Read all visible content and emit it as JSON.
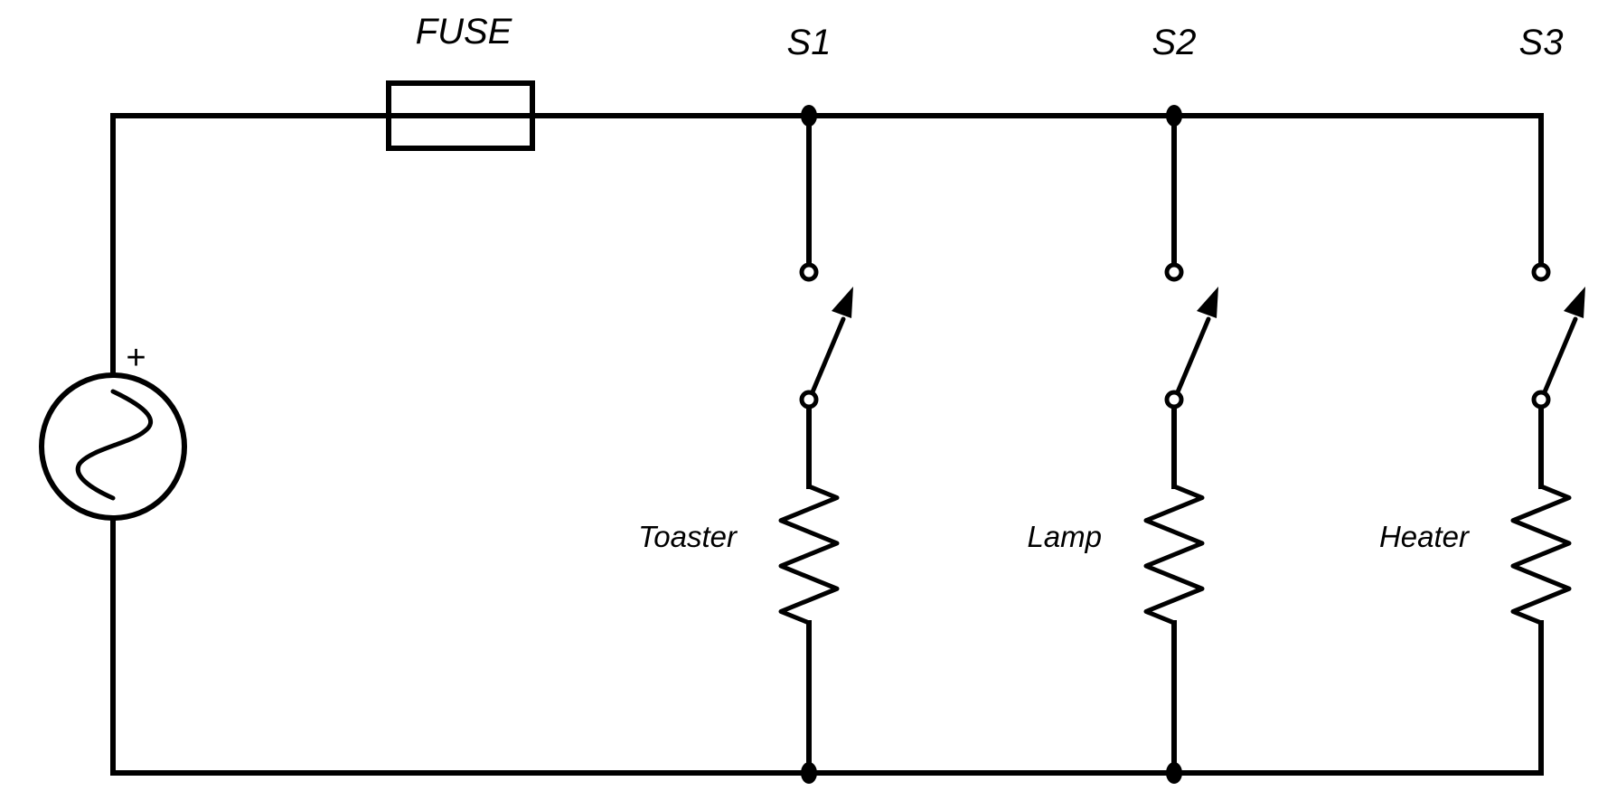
{
  "diagram": {
    "type": "circuit-schematic",
    "description": "AC source with fuse feeding three parallel switched loads",
    "colors": {
      "line": "#000000",
      "background": "#ffffff"
    },
    "source": {
      "kind": "ac-voltage-source",
      "polarity_label": "+"
    },
    "fuse": {
      "label": "FUSE"
    },
    "branches": [
      {
        "switch_label": "S1",
        "switch_state": "open",
        "load_label": "Toaster",
        "load_kind": "resistor"
      },
      {
        "switch_label": "S2",
        "switch_state": "open",
        "load_label": "Lamp",
        "load_kind": "resistor"
      },
      {
        "switch_label": "S3",
        "switch_state": "open",
        "load_label": "Heater",
        "load_kind": "resistor"
      }
    ]
  }
}
